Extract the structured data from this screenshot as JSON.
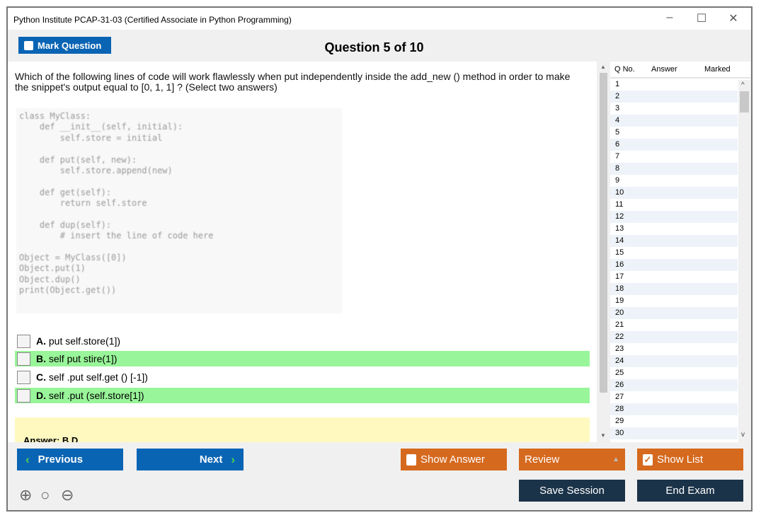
{
  "window": {
    "title": "Python Institute PCAP-31-03 (Certified Associate in Python Programming)",
    "controls": [
      "minimize",
      "maximize",
      "close"
    ]
  },
  "toolbar": {
    "mark_label": "Mark Question",
    "question_title": "Question 5 of 10"
  },
  "question": {
    "text": "Which of the following lines of code will work flawlessly when put independently inside the add_new () method in order to make the snippet's output equal to [0, 1, 1] ? (Select two answers)",
    "code": [
      "class MyClass:",
      "    def __init__(self, initial):",
      "        self.store = initial",
      "",
      "    def put(self, new):",
      "        self.store.append(new)",
      "",
      "    def get(self):",
      "        return self.store",
      "",
      "    def dup(self):",
      "        # insert the line of code here",
      "",
      "Object = MyClass([0])",
      "Object.put(1)",
      "Object.dup()",
      "print(Object.get())"
    ]
  },
  "options": [
    {
      "letter": "A.",
      "text": "put self.store(1])",
      "highlighted": false
    },
    {
      "letter": "B.",
      "text": "self put stire(1])",
      "highlighted": true
    },
    {
      "letter": "C.",
      "text": "self .put self.get () [-1])",
      "highlighted": false
    },
    {
      "letter": "D.",
      "text": "self .put (self.store[1])",
      "highlighted": true
    }
  ],
  "answer": "Answer: B,D",
  "list": {
    "headers": [
      "Q No.",
      "Answer",
      "Marked"
    ],
    "rows": [
      "1",
      "2",
      "3",
      "4",
      "5",
      "6",
      "7",
      "8",
      "9",
      "10",
      "11",
      "12",
      "13",
      "14",
      "15",
      "16",
      "17",
      "18",
      "19",
      "20",
      "21",
      "22",
      "23",
      "24",
      "25",
      "26",
      "27",
      "28",
      "29",
      "30"
    ]
  },
  "buttons": {
    "previous": "Previous",
    "next": "Next",
    "show_answer": "Show Answer",
    "review": "Review",
    "show_list": "Show List",
    "save_session": "Save Session",
    "end_exam": "End Exam"
  },
  "colors": {
    "blue": "#0a64b4",
    "orange": "#d5691e",
    "navy": "#1b3349",
    "correct": "#99f599",
    "answer_bg": "#fff9c0"
  }
}
